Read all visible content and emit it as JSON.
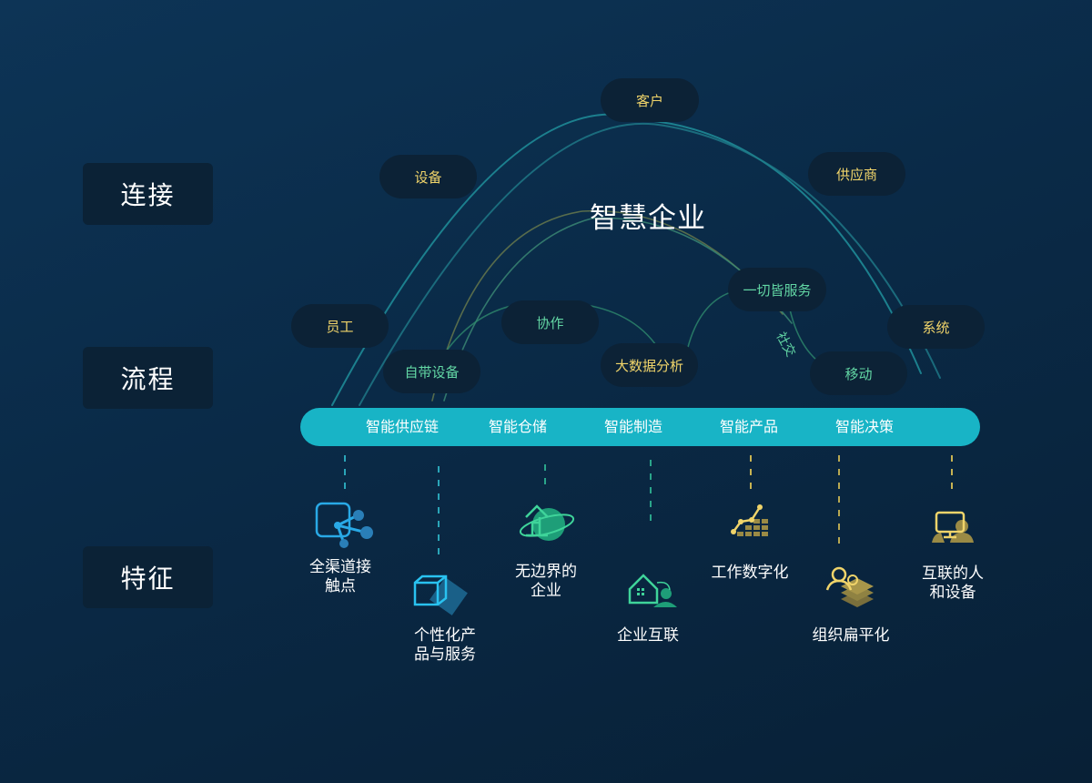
{
  "sections": {
    "connect": "连接",
    "process": "流程",
    "feature": "特征"
  },
  "center_title": "智慧企业",
  "nodes": {
    "customer": "客户",
    "device": "设备",
    "supplier": "供应商",
    "all_services": "一切皆服务",
    "employee": "员工",
    "collaboration": "协作",
    "system": "系统",
    "byod": "自带设备",
    "big_data": "大数据分析",
    "social": "社交",
    "mobile": "移动"
  },
  "bar_items": [
    "智能供应链",
    "智能仓储",
    "智能制造",
    "智能产品",
    "智能决策"
  ],
  "features": [
    {
      "label": "全渠道接\n触点",
      "icon": "touchpoint-icon"
    },
    {
      "label": "个性化产\n品与服务",
      "icon": "cube-icon"
    },
    {
      "label": "无边界的\n企业",
      "icon": "planet-enterprise-icon"
    },
    {
      "label": "企业互联",
      "icon": "connected-house-icon"
    },
    {
      "label": "工作数字化",
      "icon": "digital-chart-icon"
    },
    {
      "label": "组织扁平化",
      "icon": "people-layers-icon"
    },
    {
      "label": "互联的人\n和设备",
      "icon": "person-monitor-icon"
    }
  ],
  "colors": {
    "background": "#0a2a47",
    "bar": "#18b4c6",
    "yellow_text": "#f0d46a",
    "green_text": "#62d6a4",
    "arc_teal": "#1e8a96",
    "icon_blue": "#29a9e6",
    "icon_green": "#3fd49a",
    "icon_yellow": "#e2c154"
  }
}
